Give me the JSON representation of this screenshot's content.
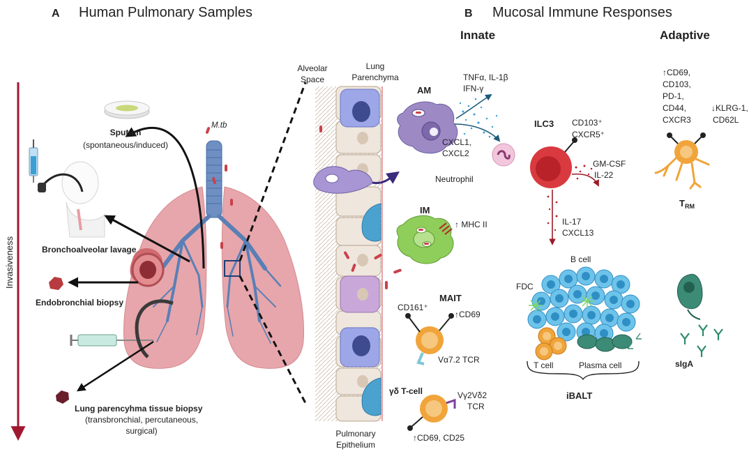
{
  "panel_a": {
    "letter": "A",
    "title": "Human Pulmonary Samples",
    "axis_label": "Invasiveness",
    "mtb_label": "M.tb",
    "samples": [
      {
        "name": "Sputum",
        "detail": "(spontaneous/induced)"
      },
      {
        "name": "Bronchoalveolar lavage",
        "detail": ""
      },
      {
        "name": "Endobronchial biopsy",
        "detail": ""
      },
      {
        "name": "Lung parencyhma tissue biopsy",
        "detail_lines": [
          "(transbronchial, percutaneous,",
          "surgical)"
        ]
      }
    ],
    "regions": {
      "alveolar_space": [
        "Alveolar",
        "Space"
      ],
      "lung_parenchyma": [
        "Lung",
        "Parenchyma"
      ],
      "pulmonary_epithelium": [
        "Pulmonary",
        "Epithelium"
      ]
    }
  },
  "panel_b": {
    "letter": "B",
    "title": "Mucosal Immune Responses",
    "innate_heading": "Innate",
    "adaptive_heading": "Adaptive",
    "am": {
      "label": "AM",
      "cytokines": [
        "TNFα, IL-1β",
        "IFN-γ"
      ],
      "chemokines": [
        "CXCL1,",
        "CXCL2"
      ],
      "neutrophil": "Neutrophil"
    },
    "im": {
      "label": "IM",
      "marker": "↑ MHC II"
    },
    "mait": {
      "label": "MAIT",
      "marker_left": "CD161⁺",
      "marker_right": "↑CD69",
      "tcr": "Vα7.2 TCR"
    },
    "gd": {
      "label": "γδ T-cell",
      "tcr": [
        "Vγ2Vδ2",
        "TCR"
      ],
      "markers": "↑CD69, CD25"
    },
    "ilc3": {
      "label": "ILC3",
      "markers": [
        "CD103⁺",
        "CXCR5⁺"
      ],
      "cytokines": [
        "GM-CSF",
        "IL-22"
      ],
      "down": [
        "IL-17",
        "CXCL13"
      ]
    },
    "ibalt": {
      "label": "iBALT",
      "b_cell": "B cell",
      "fdc": "FDC",
      "t_cell": "T cell",
      "plasma_cell": "Plasma cell"
    },
    "trm": {
      "label_main": "T",
      "label_sub": "RM",
      "markers_left": [
        "↑CD69,",
        "CD103,",
        "PD-1,",
        "CD44,",
        "CXCR3"
      ],
      "markers_right": [
        "↓KLRG-1,",
        "CD62L"
      ]
    },
    "siga": {
      "label": "sIgA"
    }
  },
  "colors": {
    "invasiveness_arrow": "#a0182f",
    "lung": "#e7a6ab",
    "trachea": "#5a7fb5",
    "am_cell": "#9d8ac4",
    "im_cell": "#8fce5a",
    "t_cell": "#f0a43a",
    "ilc3_cell": "#d93a3f",
    "b_cell": "#3b9fd3",
    "plasma_cell": "#3c8b77",
    "epithelium": "#ece2d9"
  }
}
